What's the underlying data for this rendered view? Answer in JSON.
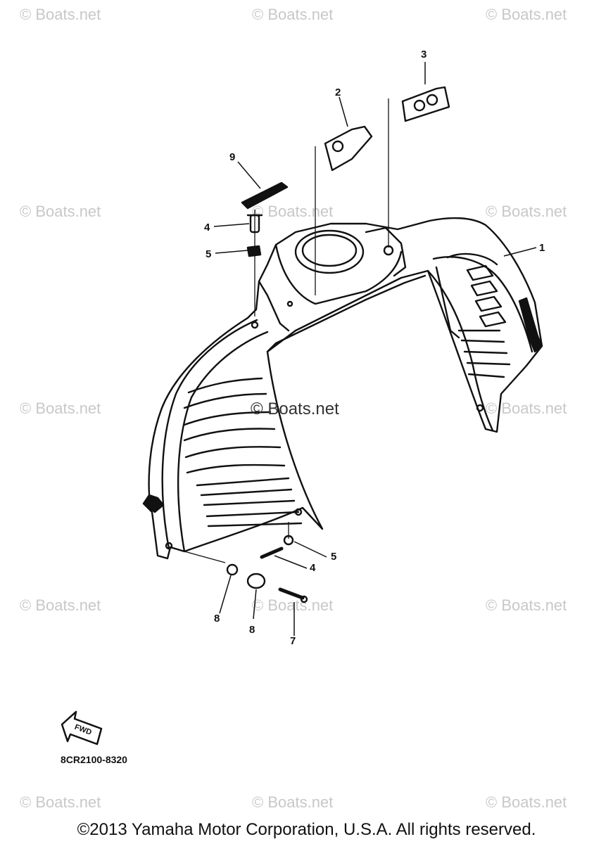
{
  "watermarks": {
    "text": "© Boats.net",
    "center_text": "© Boats.net"
  },
  "callouts": {
    "part1": "1",
    "part2": "2",
    "part3": "3",
    "part4_top": "4",
    "part5_top": "5",
    "part9": "9",
    "part5_bottom": "5",
    "part4_bottom": "4",
    "part8_left": "8",
    "part8_right": "8",
    "part7": "7"
  },
  "fwd_label": "FWD",
  "part_code": "8CR2100-8320",
  "copyright": "©2013 Yamaha Motor Corporation, U.S.A. All rights reserved."
}
